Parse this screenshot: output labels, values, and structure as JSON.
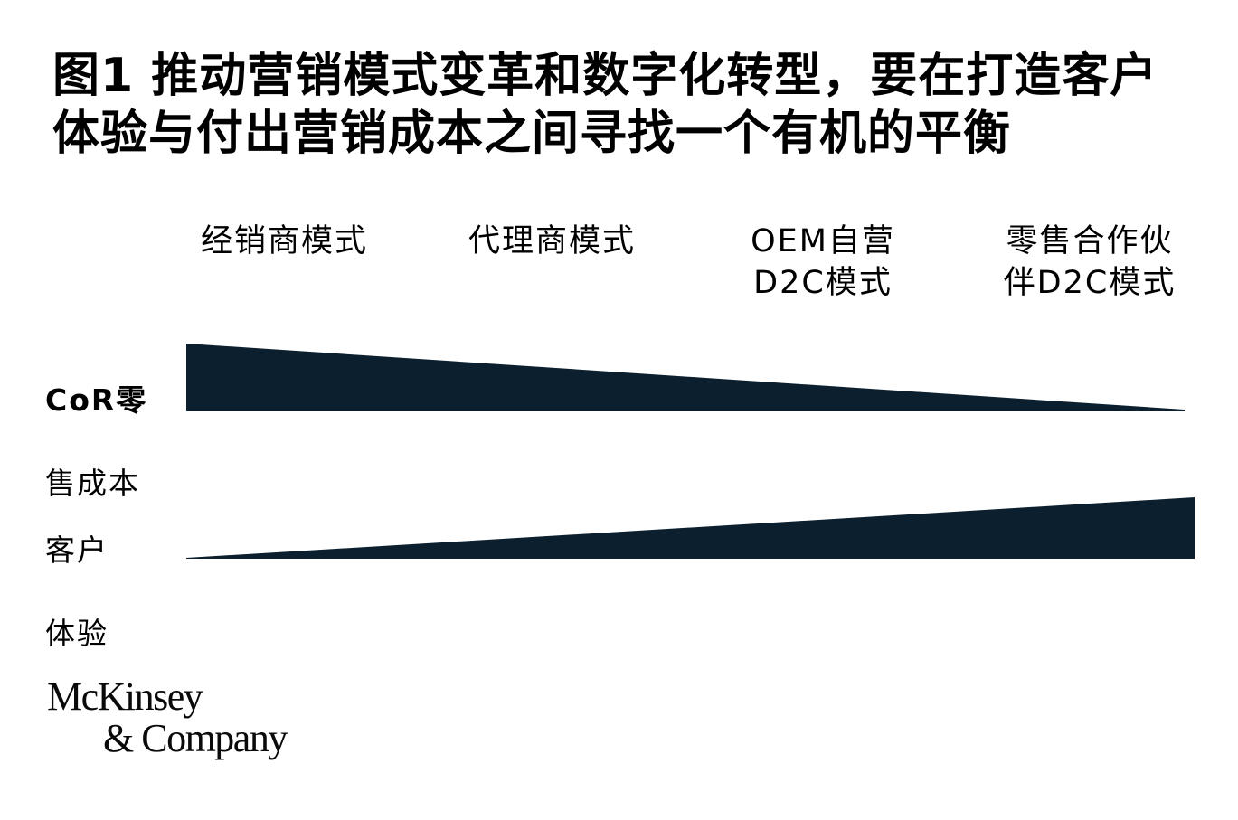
{
  "title": "图1 推动营销模式变革和数字化转型，要在打造客户体验与付出营销成本之间寻找一个有机的平衡",
  "models": [
    {
      "line1": "经销商模式",
      "line2": ""
    },
    {
      "line1": "代理商模式",
      "line2": ""
    },
    {
      "line1": "OEM自营",
      "line2": "D2C模式"
    },
    {
      "line1": "零售合作伙",
      "line2": "伴D2C模式"
    }
  ],
  "rows": {
    "cost": {
      "label_line1": "CoR零",
      "label_line2": "售成本",
      "trend": "decreasing"
    },
    "experience": {
      "label_line1": "客户",
      "label_line2": "体验",
      "trend": "increasing"
    }
  },
  "colors": {
    "wedge_fill": "#0b1f2e"
  },
  "logo": {
    "line1": "McKinsey",
    "line2": "& Company"
  }
}
